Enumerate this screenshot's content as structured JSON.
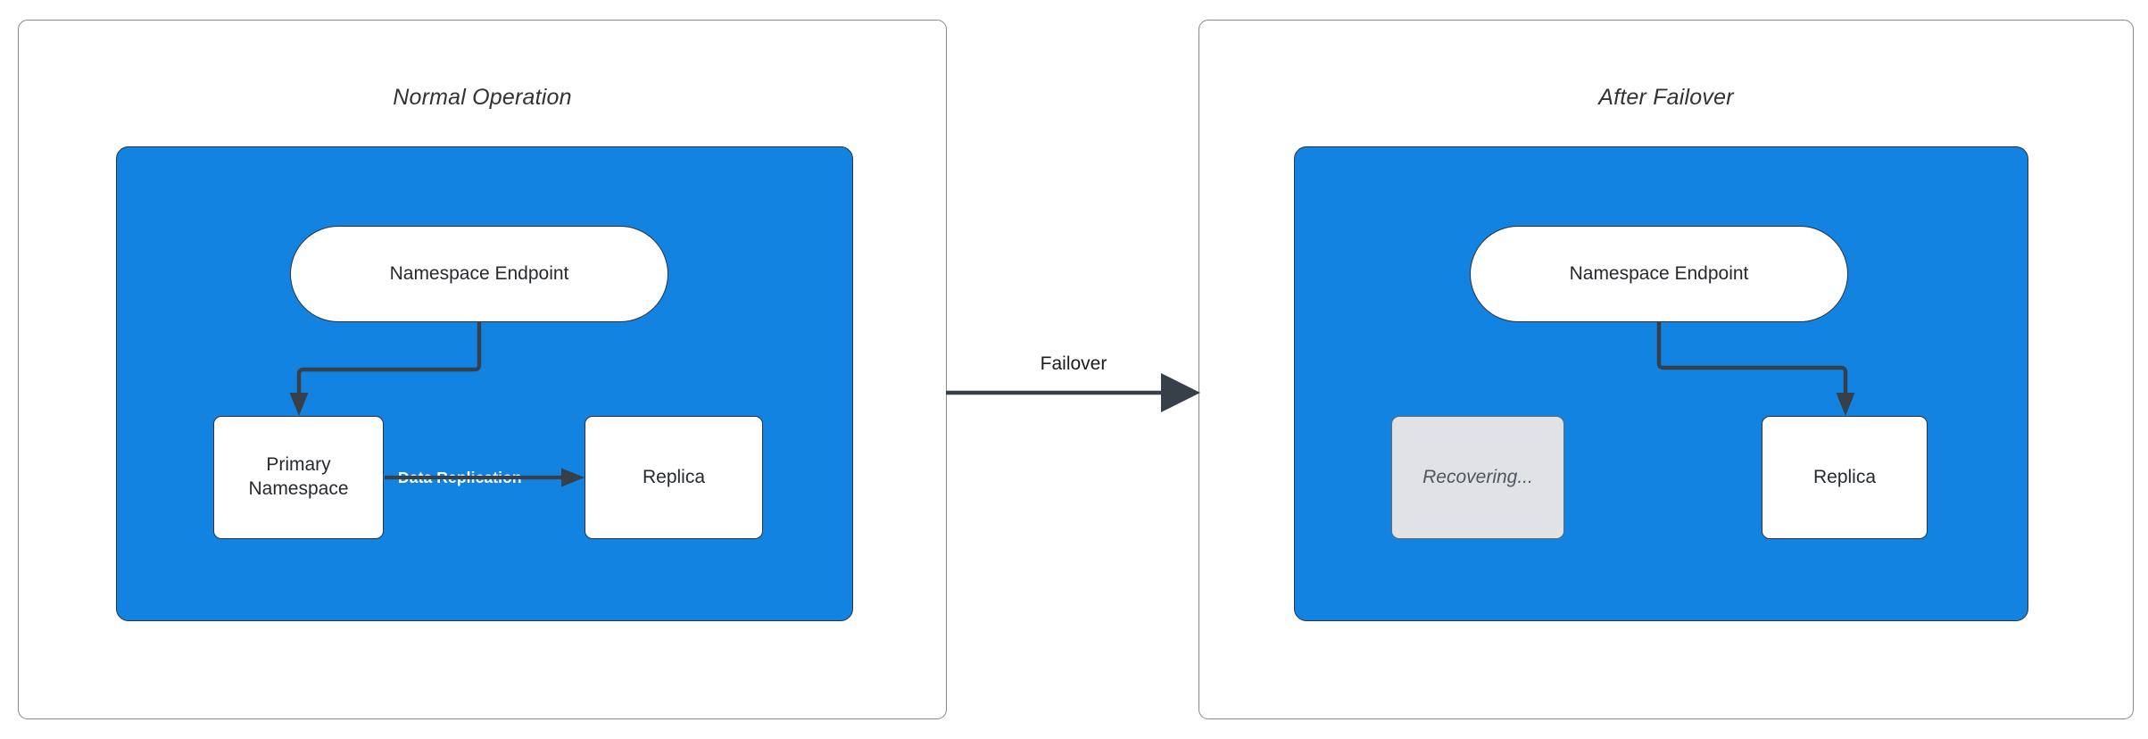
{
  "diagram": {
    "title_left": "Normal Operation",
    "title_right": "After Failover",
    "transition_label": "Failover",
    "colors": {
      "zone_fill": "#1283e1",
      "node_fill": "#ffffff",
      "ghost_fill": "#e0e2e5",
      "stroke": "#373f48",
      "panel_border": "#888888",
      "text": "#26292e",
      "title_text": "#333333",
      "edge_label_text": "#ffffff"
    },
    "panels": [
      {
        "id": "normal-operation",
        "title": "Normal Operation",
        "nodes": [
          {
            "id": "endpoint",
            "label": "Namespace Endpoint",
            "shape": "pill",
            "state": "active"
          },
          {
            "id": "primary",
            "label": "Primary\nNamespace",
            "shape": "rect",
            "state": "active"
          },
          {
            "id": "replica",
            "label": "Replica",
            "shape": "rect",
            "state": "active"
          }
        ],
        "edges": [
          {
            "from": "endpoint",
            "to": "primary",
            "label": ""
          },
          {
            "from": "primary",
            "to": "replica",
            "label": "Data Replication"
          }
        ]
      },
      {
        "id": "after-failover",
        "title": "After Failover",
        "nodes": [
          {
            "id": "endpoint",
            "label": "Namespace Endpoint",
            "shape": "pill",
            "state": "active"
          },
          {
            "id": "recovering",
            "label": "Recovering...",
            "shape": "rect",
            "state": "recovering"
          },
          {
            "id": "replica",
            "label": "Replica",
            "shape": "rect",
            "state": "active"
          }
        ],
        "edges": [
          {
            "from": "endpoint",
            "to": "replica",
            "label": ""
          }
        ]
      }
    ],
    "labels": {
      "endpoint_left": "Namespace Endpoint",
      "endpoint_right": "Namespace Endpoint",
      "primary_namespace": "Primary\nNamespace",
      "replica_left": "Replica",
      "replica_right": "Replica",
      "recovering": "Recovering...",
      "data_replication": "Data Replication",
      "failover": "Failover"
    }
  }
}
